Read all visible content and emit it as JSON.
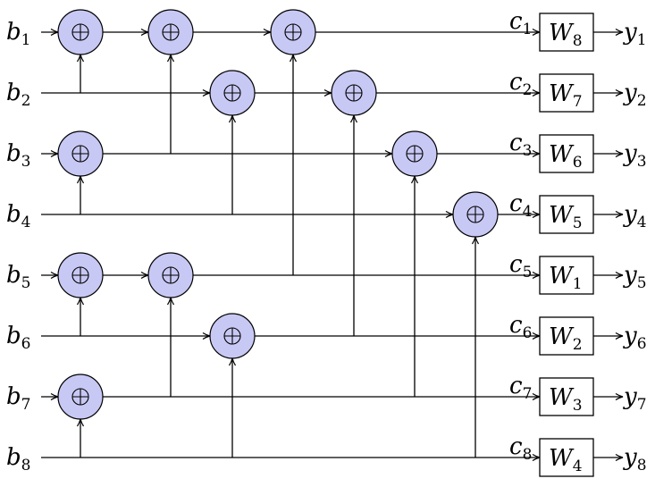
{
  "inputs": {
    "letter": "b",
    "subs": [
      "1",
      "2",
      "3",
      "4",
      "5",
      "6",
      "7",
      "8"
    ]
  },
  "mid": {
    "letter": "c",
    "subs": [
      "1",
      "2",
      "3",
      "4",
      "5",
      "6",
      "7",
      "8"
    ]
  },
  "boxes": {
    "letter": "W",
    "subs": [
      "8",
      "7",
      "6",
      "5",
      "1",
      "2",
      "3",
      "4"
    ]
  },
  "outputs": {
    "letter": "y",
    "subs": [
      "1",
      "2",
      "3",
      "4",
      "5",
      "6",
      "7",
      "8"
    ]
  },
  "xor_symbol": "xor-icon",
  "colors": {
    "node_fill": "#c8c8f5",
    "stroke": "#000000"
  }
}
